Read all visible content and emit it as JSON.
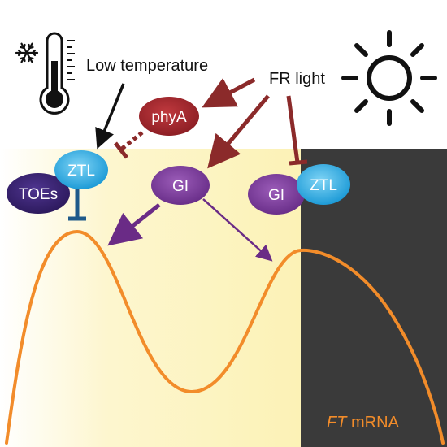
{
  "labels": {
    "low_temperature": "Low temperature",
    "fr_light": "FR light",
    "phya": "phyA",
    "ztl": "ZTL",
    "toes": "TOEs",
    "gi": "GI",
    "ft_italic": "FT",
    "mrna": " mRNA"
  },
  "colors": {
    "day_gradient_start": "#ffffff",
    "day_gradient_end": "#fdf4bd",
    "night": "#3a3a3a",
    "curve": "#f28c2a",
    "dark_red_arrow": "#8b2a2a",
    "purple_arrow": "#6a2b86",
    "blue_inhibit": "#1f5a8a",
    "phya_fill": "#a3262b",
    "ztl_fill": "#26a9e0",
    "toes_fill": "#3b2470",
    "gi_fill": "#7d3d9a"
  },
  "icons": [
    "snowflake-icon",
    "thermometer-icon",
    "sun-icon"
  ]
}
